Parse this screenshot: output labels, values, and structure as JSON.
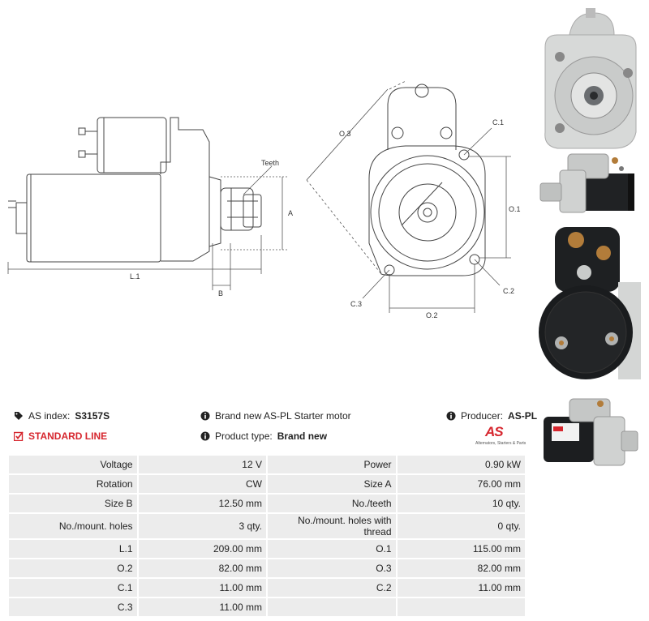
{
  "drawing_labels": {
    "teeth": "Teeth",
    "a": "A",
    "b": "B",
    "l1": "L.1",
    "o3": "O.3",
    "c1": "C.1",
    "o1": "O.1",
    "c2": "C.2",
    "c3": "C.3",
    "o2": "O.2"
  },
  "header": {
    "as_index_label": "AS index:",
    "as_index_value": "S3157S",
    "line_label": "STANDARD LINE",
    "description": "Brand new AS-PL Starter motor",
    "product_type_label": "Product type:",
    "product_type_value": "Brand new",
    "producer_label": "Producer:",
    "producer_value": "AS-PL",
    "logo_mark": "AS",
    "logo_tagline": "Alternators, Starters & Parts"
  },
  "colors": {
    "brand_red": "#d6262e",
    "cell_bg": "#ececec"
  },
  "icons": [
    "tags-icon",
    "checkbox-icon",
    "info-icon"
  ],
  "spec_rows": [
    [
      {
        "k": "Voltage",
        "v": "12 V"
      },
      {
        "k": "Power",
        "v": "0.90 kW"
      }
    ],
    [
      {
        "k": "Rotation",
        "v": "CW"
      },
      {
        "k": "Size A",
        "v": "76.00 mm"
      }
    ],
    [
      {
        "k": "Size B",
        "v": "12.50 mm"
      },
      {
        "k": "No./teeth",
        "v": "10 qty."
      }
    ],
    [
      {
        "k": "No./mount. holes",
        "v": "3 qty."
      },
      {
        "k": "No./mount. holes with thread",
        "v": "0 qty."
      }
    ],
    [
      {
        "k": "L.1",
        "v": "209.00 mm"
      },
      {
        "k": "O.1",
        "v": "115.00 mm"
      }
    ],
    [
      {
        "k": "O.2",
        "v": "82.00 mm"
      },
      {
        "k": "O.3",
        "v": "82.00 mm"
      }
    ],
    [
      {
        "k": "C.1",
        "v": "11.00 mm"
      },
      {
        "k": "C.2",
        "v": "11.00 mm"
      }
    ],
    [
      {
        "k": "C.3",
        "v": "11.00 mm"
      },
      {
        "k": "",
        "v": ""
      }
    ]
  ]
}
